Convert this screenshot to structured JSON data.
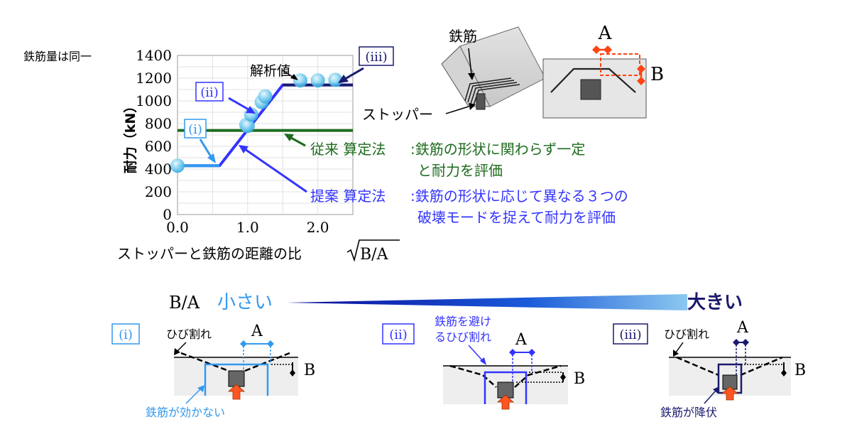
{
  "chart_data": {
    "type": "line",
    "top_left_note": "鉄筋量は同一",
    "ylabel": "耐力（kN）",
    "xlabel": "ストッパーと鉄筋の距離の比",
    "xlabel_formula": "B/A",
    "xlim": [
      0,
      2.5
    ],
    "ylim": [
      0,
      1400
    ],
    "x_ticks": [
      "0.0",
      "1.0",
      "2.0"
    ],
    "x_tick_values": [
      0,
      1,
      2
    ],
    "y_ticks": [
      "0",
      "200",
      "400",
      "600",
      "800",
      "1000",
      "1200",
      "1400"
    ],
    "y_tick_values": [
      0,
      200,
      400,
      600,
      800,
      1000,
      1200,
      1400
    ],
    "grid": true,
    "series": [
      {
        "name": "従来 算定法",
        "color": "#1e6b1e",
        "x": [
          0,
          2.5
        ],
        "y": [
          740,
          740
        ]
      },
      {
        "name": "提案 算定法",
        "color": "#3333ff",
        "x": [
          0,
          0.6,
          1.5,
          2.5
        ],
        "y": [
          430,
          430,
          1140,
          1140
        ]
      }
    ],
    "analysis_points": {
      "label": "解析値",
      "x": [
        0.0,
        0.98,
        1.0,
        1.05,
        1.2,
        1.25,
        1.75,
        2.0,
        2.25
      ],
      "y": [
        430,
        790,
        780,
        880,
        990,
        1040,
        1180,
        1180,
        1185
      ]
    },
    "mode_labels": [
      "(i)",
      "(ii)",
      "(iii)"
    ],
    "conventional_note": ":鉄筋の形状に関わらず一定",
    "conventional_note2": "と耐力を評価",
    "proposed_note": ":鉄筋の形状に応じて異なる３つの",
    "proposed_note2": "破壊モードを捉えて耐力を評価"
  },
  "specimen": {
    "rebar_label": "鉄筋",
    "stopper_label": "ストッパー",
    "a_label": "A",
    "b_label": "B"
  },
  "scale": {
    "label": "B/A",
    "small": "小さい",
    "large": "大きい"
  },
  "modes": [
    {
      "id": "(i)",
      "crack": "ひび割れ",
      "note": "鉄筋が効かない",
      "a": "A",
      "b": "B"
    },
    {
      "id": "(ii)",
      "crack_line1": "鉄筋を避け",
      "crack_line2": "るひび割れ",
      "a": "A",
      "b": "B"
    },
    {
      "id": "(iii)",
      "crack": "ひび割れ",
      "note": "鉄筋が降伏",
      "a": "A",
      "b": "B"
    }
  ],
  "colors": {
    "light_blue": "#3399ee",
    "blue": "#3333ff",
    "navy": "#1a1a6e",
    "green": "#1e6b1e",
    "orange": "#ff5522",
    "stopper": "#666666"
  }
}
